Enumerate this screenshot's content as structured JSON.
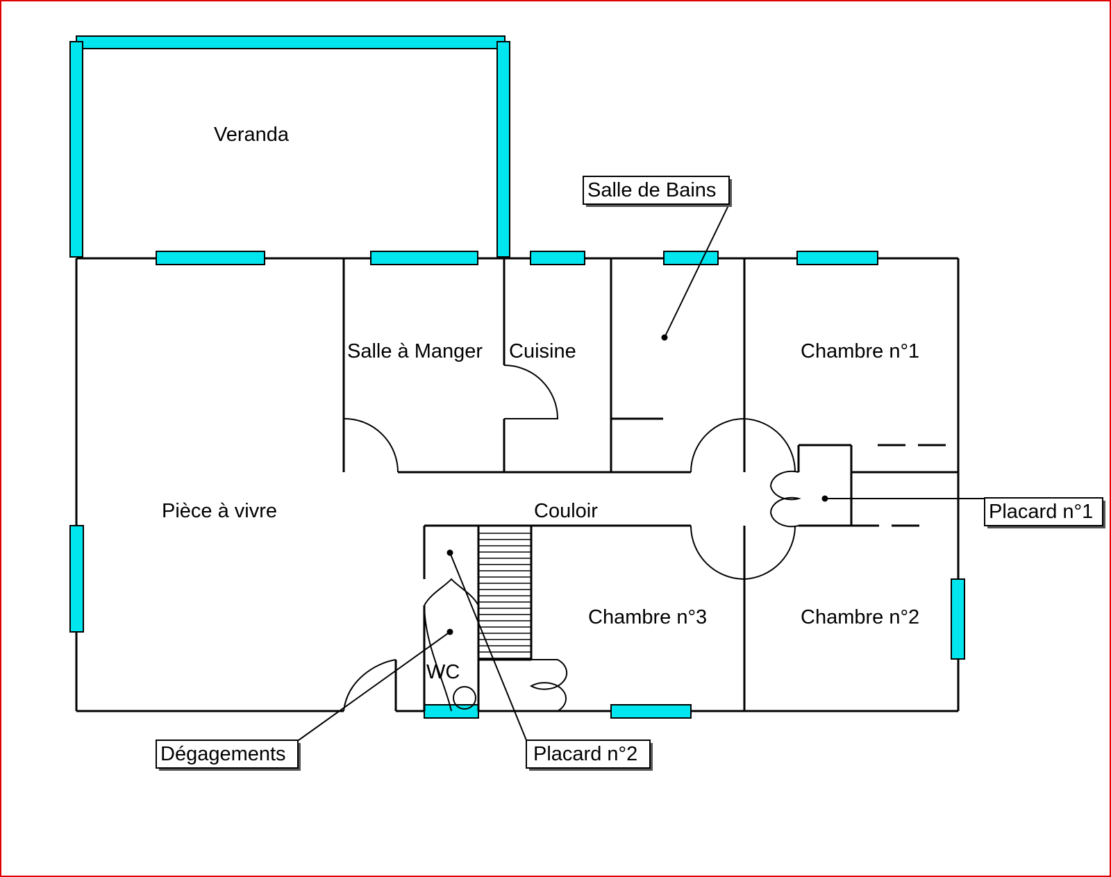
{
  "rooms": {
    "veranda": "Veranda",
    "piece_a_vivre": "Pièce à vivre",
    "salle_a_manger": "Salle à Manger",
    "cuisine": "Cuisine",
    "chambre1": "Chambre n°1",
    "chambre2": "Chambre n°2",
    "chambre3": "Chambre n°3",
    "couloir": "Couloir",
    "wc": "WC"
  },
  "callouts": {
    "salle_de_bains": "Salle de Bains",
    "placard1": "Placard n°1",
    "placard2": "Placard n°2",
    "degagements": "Dégagements"
  },
  "colors": {
    "window": "#00e5ee",
    "frame": "#e00000",
    "wall": "#000000"
  }
}
